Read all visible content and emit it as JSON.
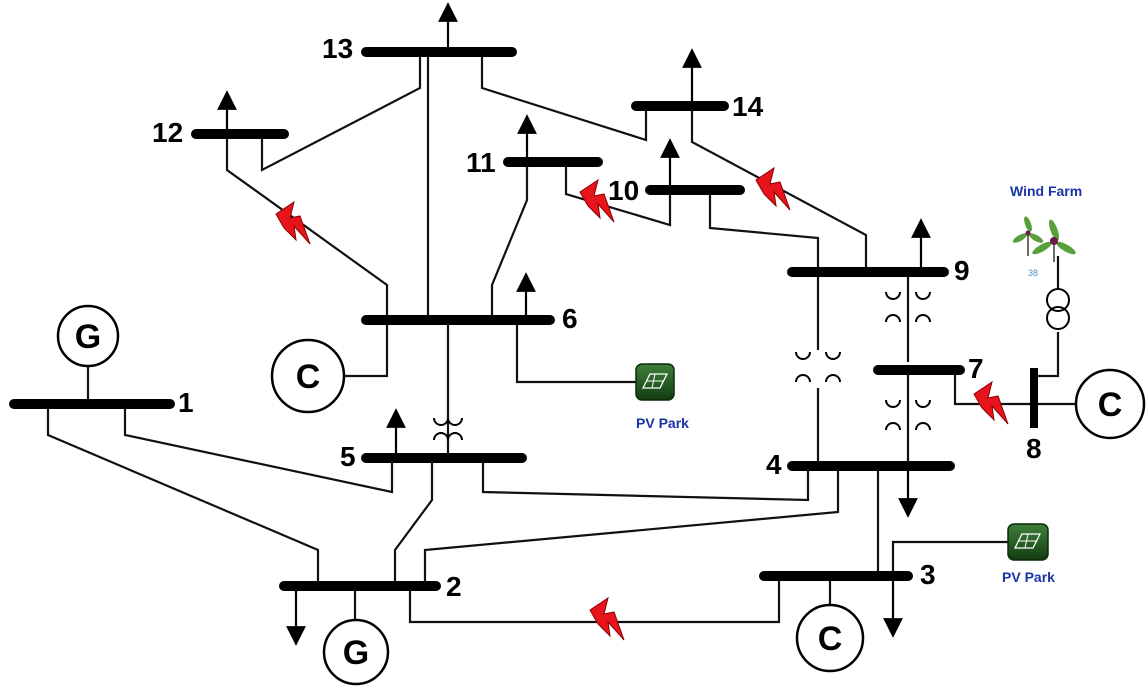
{
  "buses": {
    "b1": "1",
    "b2": "2",
    "b3": "3",
    "b4": "4",
    "b5": "5",
    "b6": "6",
    "b7": "7",
    "b8": "8",
    "b9": "9",
    "b10": "10",
    "b11": "11",
    "b12": "12",
    "b13": "13",
    "b14": "14"
  },
  "units": {
    "gen1": "G",
    "gen2": "G",
    "cond3": "C",
    "cond6": "C",
    "cond8": "C"
  },
  "renewables": {
    "wind_label": "Wind Farm",
    "wind_number": "38",
    "pv_bus6_label": "PV Park",
    "pv_bus3_label": "PV Park"
  },
  "icons": {
    "fault": "lightning-bolt-icon",
    "transformer": "transformer-icon",
    "solar": "solar-panel-icon",
    "wind": "wind-turbine-icon",
    "load": "load-arrow-icon"
  },
  "colors": {
    "fault_red": "#e8141c",
    "pv_green": "#1f5a1f",
    "caption_blue": "#1a33a8"
  }
}
